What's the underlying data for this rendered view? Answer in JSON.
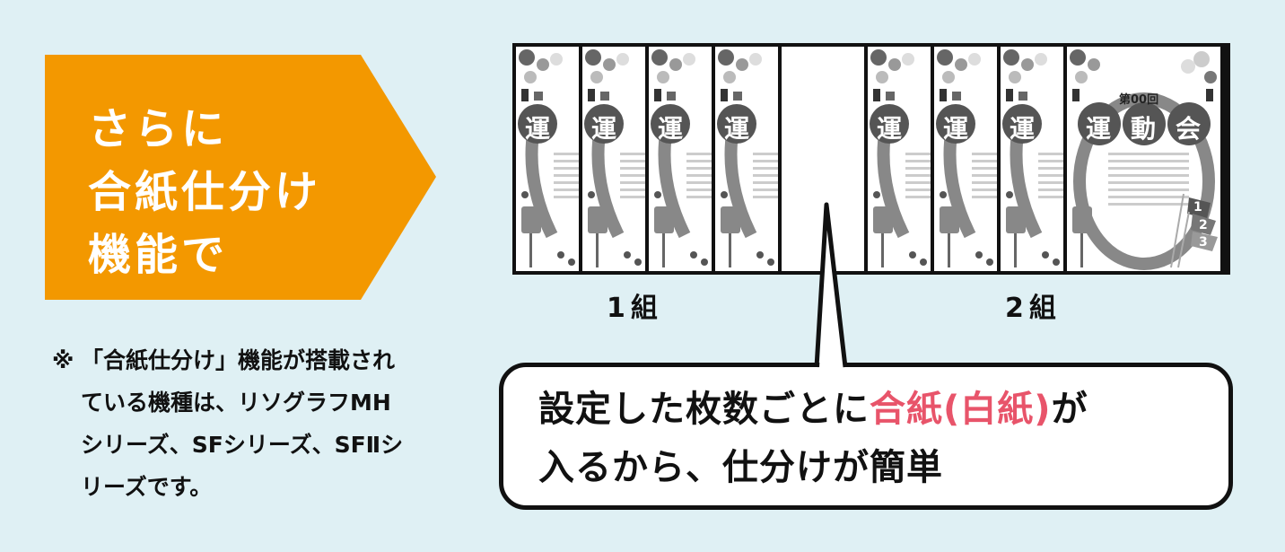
{
  "banner": {
    "color": "#f39800",
    "lines": [
      "さらに",
      "合紙仕分け",
      "機能で"
    ]
  },
  "note": {
    "mark": "※",
    "lines": [
      "「合紙仕分け」機能が搭載され",
      "ている機種は、リソグラフMH",
      "シリーズ、SFシリーズ、SFⅡシ",
      "リーズです。"
    ]
  },
  "papers": {
    "sheet_title_chars": [
      "運",
      "動",
      "会"
    ],
    "sheet_edition": "第00回",
    "flag_numbers": [
      "1",
      "2",
      "3"
    ],
    "groups": [
      {
        "label": "1組",
        "sheets": 4
      },
      {
        "label": "2組",
        "sheets": 4
      }
    ],
    "separator": "blank-sheet"
  },
  "bubble": {
    "line1_prefix": "設定した枚数ごとに",
    "line1_accent": "合紙(白紙)",
    "line1_suffix": "が",
    "line2": "入るから、仕分けが簡単",
    "accent_color": "#e8546a"
  }
}
